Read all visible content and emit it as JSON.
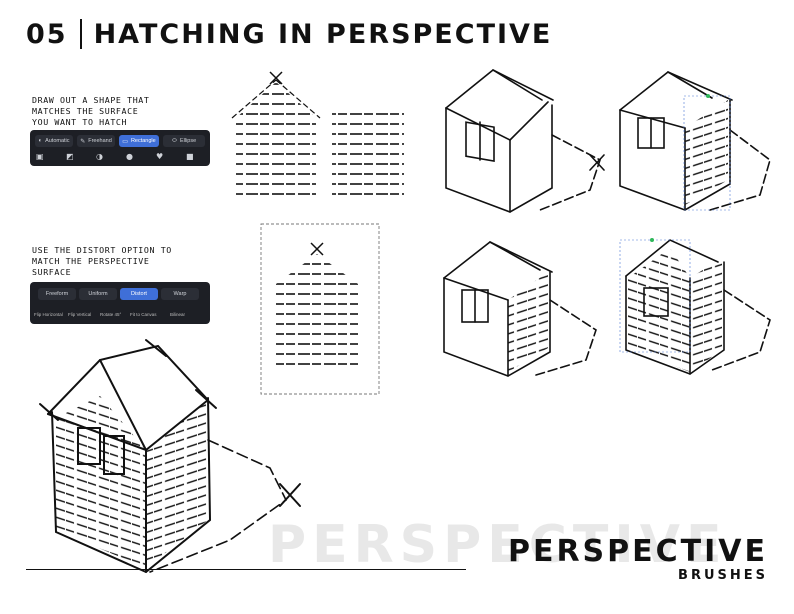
{
  "header": {
    "number": "05",
    "title": "HATCHING IN PERSPECTIVE"
  },
  "instructions": [
    "DRAW OUT A SHAPE THAT\nMATCHES THE SURFACE\nYOU WANT TO HATCH",
    "USE THE DISTORT OPTION TO\nMATCH THE PERSPECTIVE\nSURFACE"
  ],
  "selection_toolbar": {
    "modes": [
      {
        "label": "Automatic",
        "icon": "automatic-icon",
        "active": false
      },
      {
        "label": "Freehand",
        "icon": "freehand-icon",
        "active": false
      },
      {
        "label": "Rectangle",
        "icon": "rectangle-icon",
        "active": true
      },
      {
        "label": "Ellipse",
        "icon": "ellipse-icon",
        "active": false
      }
    ]
  },
  "transform_toolbar": {
    "modes": [
      {
        "label": "Freeform",
        "active": false
      },
      {
        "label": "Uniform",
        "active": false
      },
      {
        "label": "Distort",
        "active": true
      },
      {
        "label": "Warp",
        "active": false
      }
    ],
    "actions": [
      "Flip Horizontal",
      "Flip Vertical",
      "Rotate 45°",
      "Fit to Canvas",
      "Bilinear"
    ]
  },
  "watermark": "PERSPECTIVE",
  "brand": {
    "line1": "PERSPECTIVE",
    "line2": "BRUSHES"
  },
  "colors": {
    "ink": "#111111",
    "toolbar_bg": "#1d1f25",
    "active_blue": "#3f6fd8",
    "watermark": "#e8e8e8",
    "handle": "#2fb85a"
  }
}
